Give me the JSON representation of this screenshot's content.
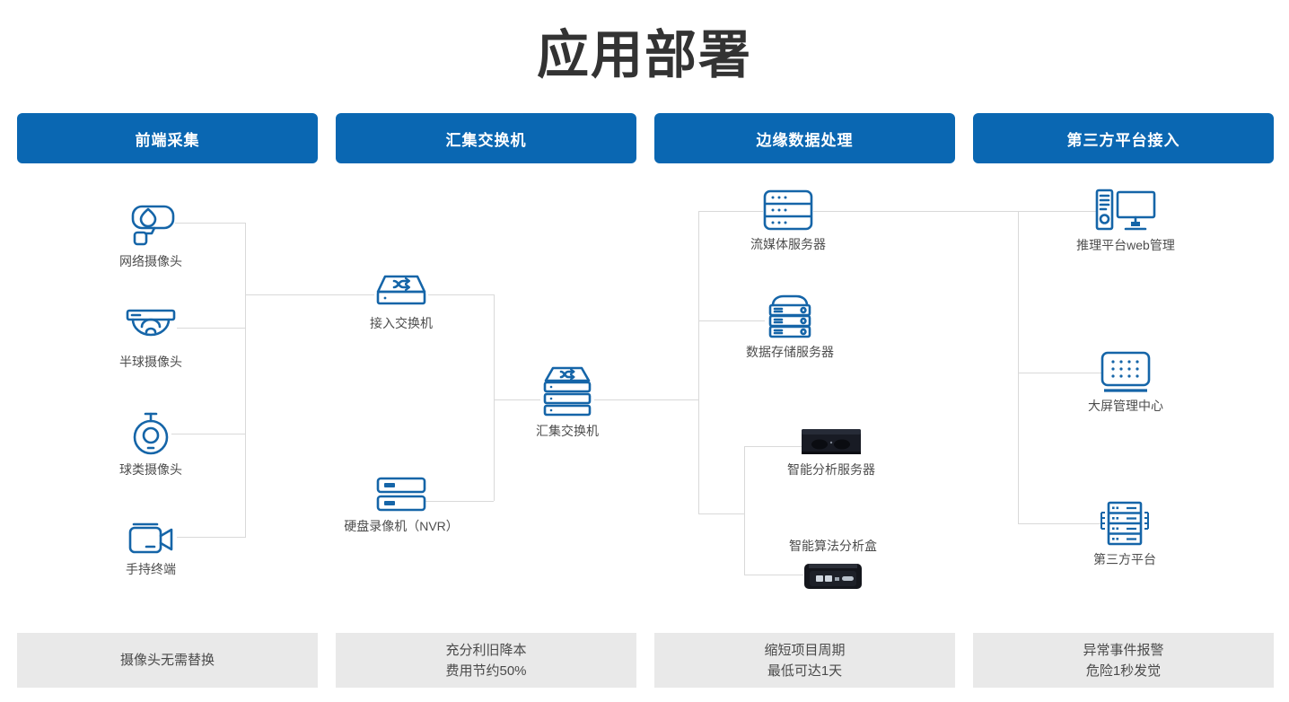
{
  "title": "应用部署",
  "colors": {
    "header_blue": "#0a67b2",
    "icon_blue": "#1565a8",
    "line_gray": "#d9d9d9",
    "caption_bg": "#e9e9e9",
    "title_color": "#333333",
    "label_color": "#4d4d4d"
  },
  "columns": [
    {
      "header": "前端采集",
      "caption_lines": [
        "摄像头无需替换"
      ]
    },
    {
      "header": "汇集交换机",
      "caption_lines": [
        "充分利旧降本",
        "费用节约50%"
      ]
    },
    {
      "header": "边缘数据处理",
      "caption_lines": [
        "缩短项目周期",
        "最低可达1天"
      ]
    },
    {
      "header": "第三方平台接入",
      "caption_lines": [
        "异常事件报警",
        "危险1秒发觉"
      ]
    }
  ],
  "nodes": {
    "network_camera": "网络摄像头",
    "dome_camera": "半球摄像头",
    "ball_camera": "球类摄像头",
    "handheld_terminal": "手持终端",
    "access_switch": "接入交换机",
    "aggregation_switch": "汇集交换机",
    "nvr": "硬盘录像机（NVR）",
    "streaming_server": "流媒体服务器",
    "storage_server": "数据存储服务器",
    "analysis_server": "智能分析服务器",
    "algorithm_box": "智能算法分析盒",
    "web_management": "推理平台web管理",
    "big_screen_center": "大屏管理中心",
    "third_party_platform": "第三方平台"
  }
}
